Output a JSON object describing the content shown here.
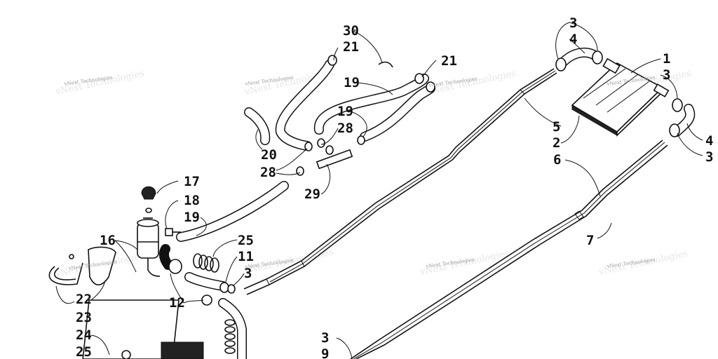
{
  "diagram": {
    "watermark_text": "vNext Technologies",
    "callouts": {
      "c30": "30",
      "c21a": "21",
      "c21b": "21",
      "c19a": "19",
      "c19b": "19",
      "c28a": "28",
      "c28b": "28",
      "c20": "20",
      "c29": "29",
      "c17": "17",
      "c18": "18",
      "c19c": "19",
      "c16": "16",
      "c25a": "25",
      "c11": "11",
      "c3a": "3",
      "c12": "12",
      "c22": "22",
      "c23": "23",
      "c24": "24",
      "c25b": "25",
      "c3b": "3",
      "c9": "9",
      "c3c": "3",
      "c4a": "4",
      "c1": "1",
      "c3d": "3",
      "c5": "5",
      "c2": "2",
      "c4b": "4",
      "c3e": "3",
      "c6": "6",
      "c7": "7"
    }
  }
}
